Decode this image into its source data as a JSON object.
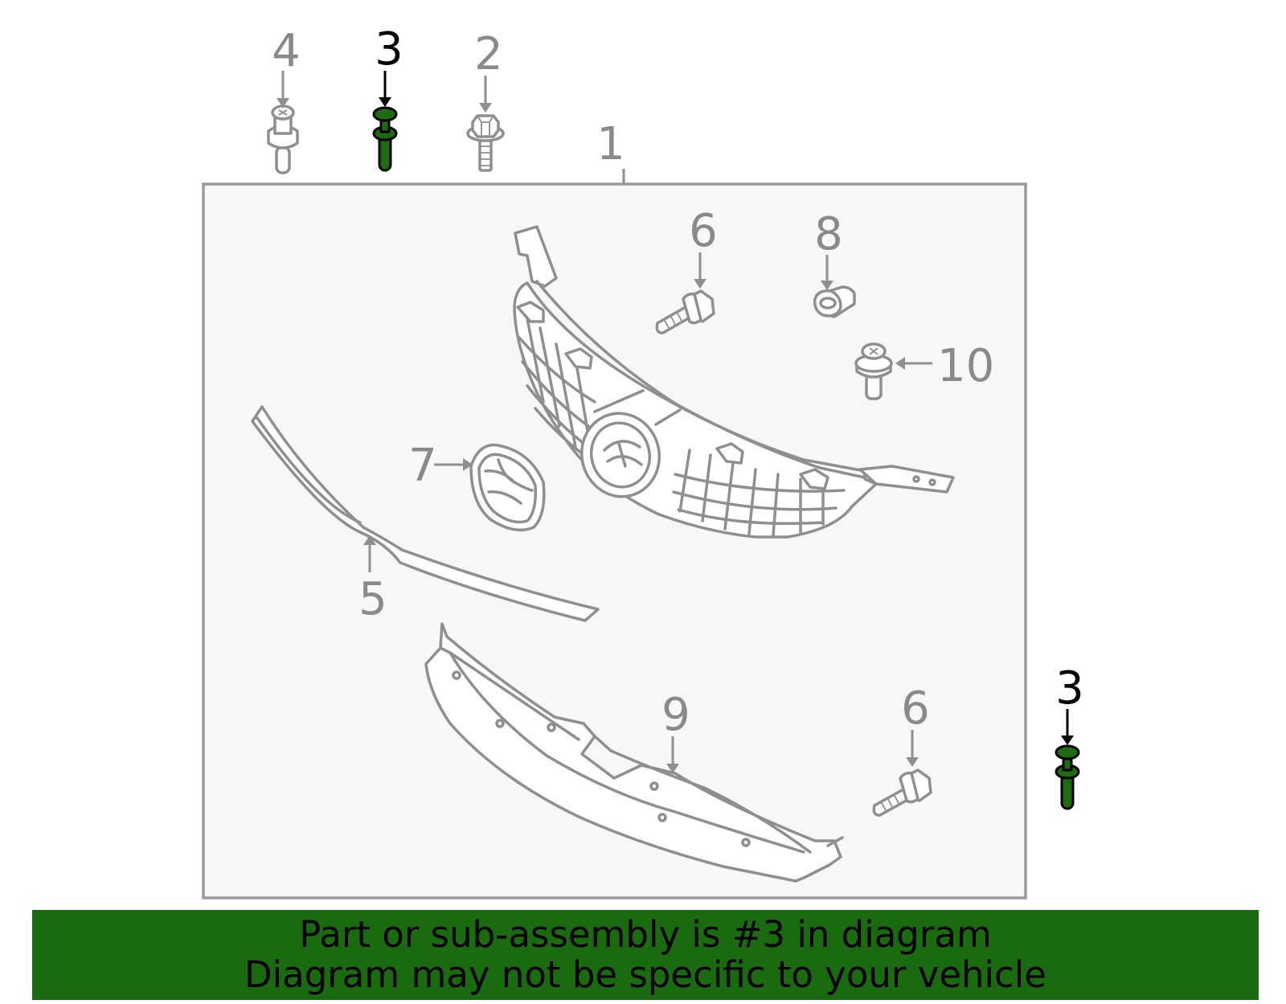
{
  "callouts": {
    "c1": "1",
    "c2": "2",
    "c3_top": "3",
    "c3_right": "3",
    "c4": "4",
    "c5": "5",
    "c6_top": "6",
    "c6_bottom": "6",
    "c7": "7",
    "c8": "8",
    "c9": "9",
    "c10": "10"
  },
  "highlight_color": "#1a6b10",
  "banner": {
    "line1": "Part or sub-assembly is #3 in diagram",
    "line2": "Diagram may not be specific to your vehicle"
  }
}
